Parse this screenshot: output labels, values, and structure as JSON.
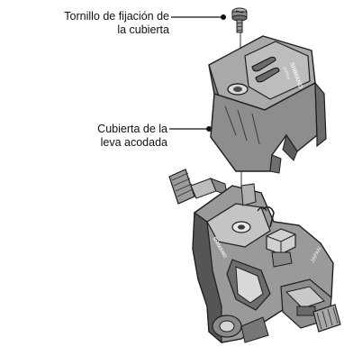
{
  "labels": {
    "screw": [
      "Tornillo de fijación de",
      "la cubierta"
    ],
    "cover": [
      "Cubierta de la",
      "leva acodada"
    ]
  },
  "brand": {
    "cover_mark": "SHIMANO",
    "cover_origin": "JAPAN",
    "body_mark": "SHIMANO",
    "body_origin": "JAPAN"
  }
}
